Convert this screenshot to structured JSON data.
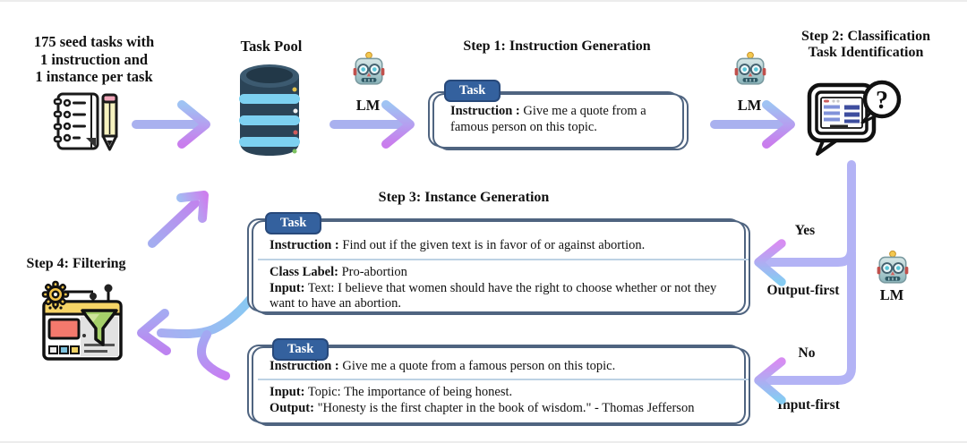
{
  "seed": {
    "lines": [
      "175 seed tasks with",
      "1 instruction and",
      "1 instance per task"
    ]
  },
  "task_pool": {
    "label": "Task Pool"
  },
  "lm": {
    "label": "LM"
  },
  "steps": {
    "step1": {
      "title": "Step 1: Instruction Generation"
    },
    "step2": {
      "title_lines": [
        "Step 2: Classification",
        "Task Identification"
      ]
    },
    "step3": {
      "title": "Step 3: Instance Generation"
    },
    "step4": {
      "title": "Step 4: Filtering"
    }
  },
  "cards": {
    "step1_card": {
      "badge": "Task",
      "instruction_label": "Instruction :",
      "instruction_text": "Give me a quote from a famous person on this topic."
    },
    "classification_card": {
      "badge": "Task",
      "instruction_label": "Instruction :",
      "instruction_text": "Find out if the given text is in favor of or against abortion.",
      "class_label": "Class Label:",
      "class_text": "Pro-abortion",
      "input_label": "Input:",
      "input_text": "Text: I believe that women should have the right to choose whether or not they want to have an abortion."
    },
    "generation_card": {
      "badge": "Task",
      "instruction_label": "Instruction :",
      "instruction_text": "Give me a quote from a famous person on this topic.",
      "input_label": "Input:",
      "input_text": "Topic: The importance of being honest.",
      "output_label": "Output:",
      "output_text": "\"Honesty is the first chapter in the book of wisdom.\" - Thomas Jefferson"
    }
  },
  "branches": {
    "yes": "Yes",
    "yes_mode": "Output-first",
    "no": "No",
    "no_mode": "Input-first"
  },
  "question_mark": "?",
  "icons": {
    "seed_tasks": "notepad-pencil-icon",
    "task_pool": "database-icon",
    "lm": "robot-icon",
    "step2": "classification-question-icon",
    "step4": "filter-browser-icon"
  },
  "colors": {
    "arrow_periwinkle": "#a9b1ef",
    "arrow_cyan": "#85ccf2",
    "arrow_purple": "#c97ded",
    "line_lavender": "#b3b3f5",
    "badge_blue": "#34619e",
    "card_border": "#4f6480",
    "divider_blue": "#bdd2e4"
  }
}
